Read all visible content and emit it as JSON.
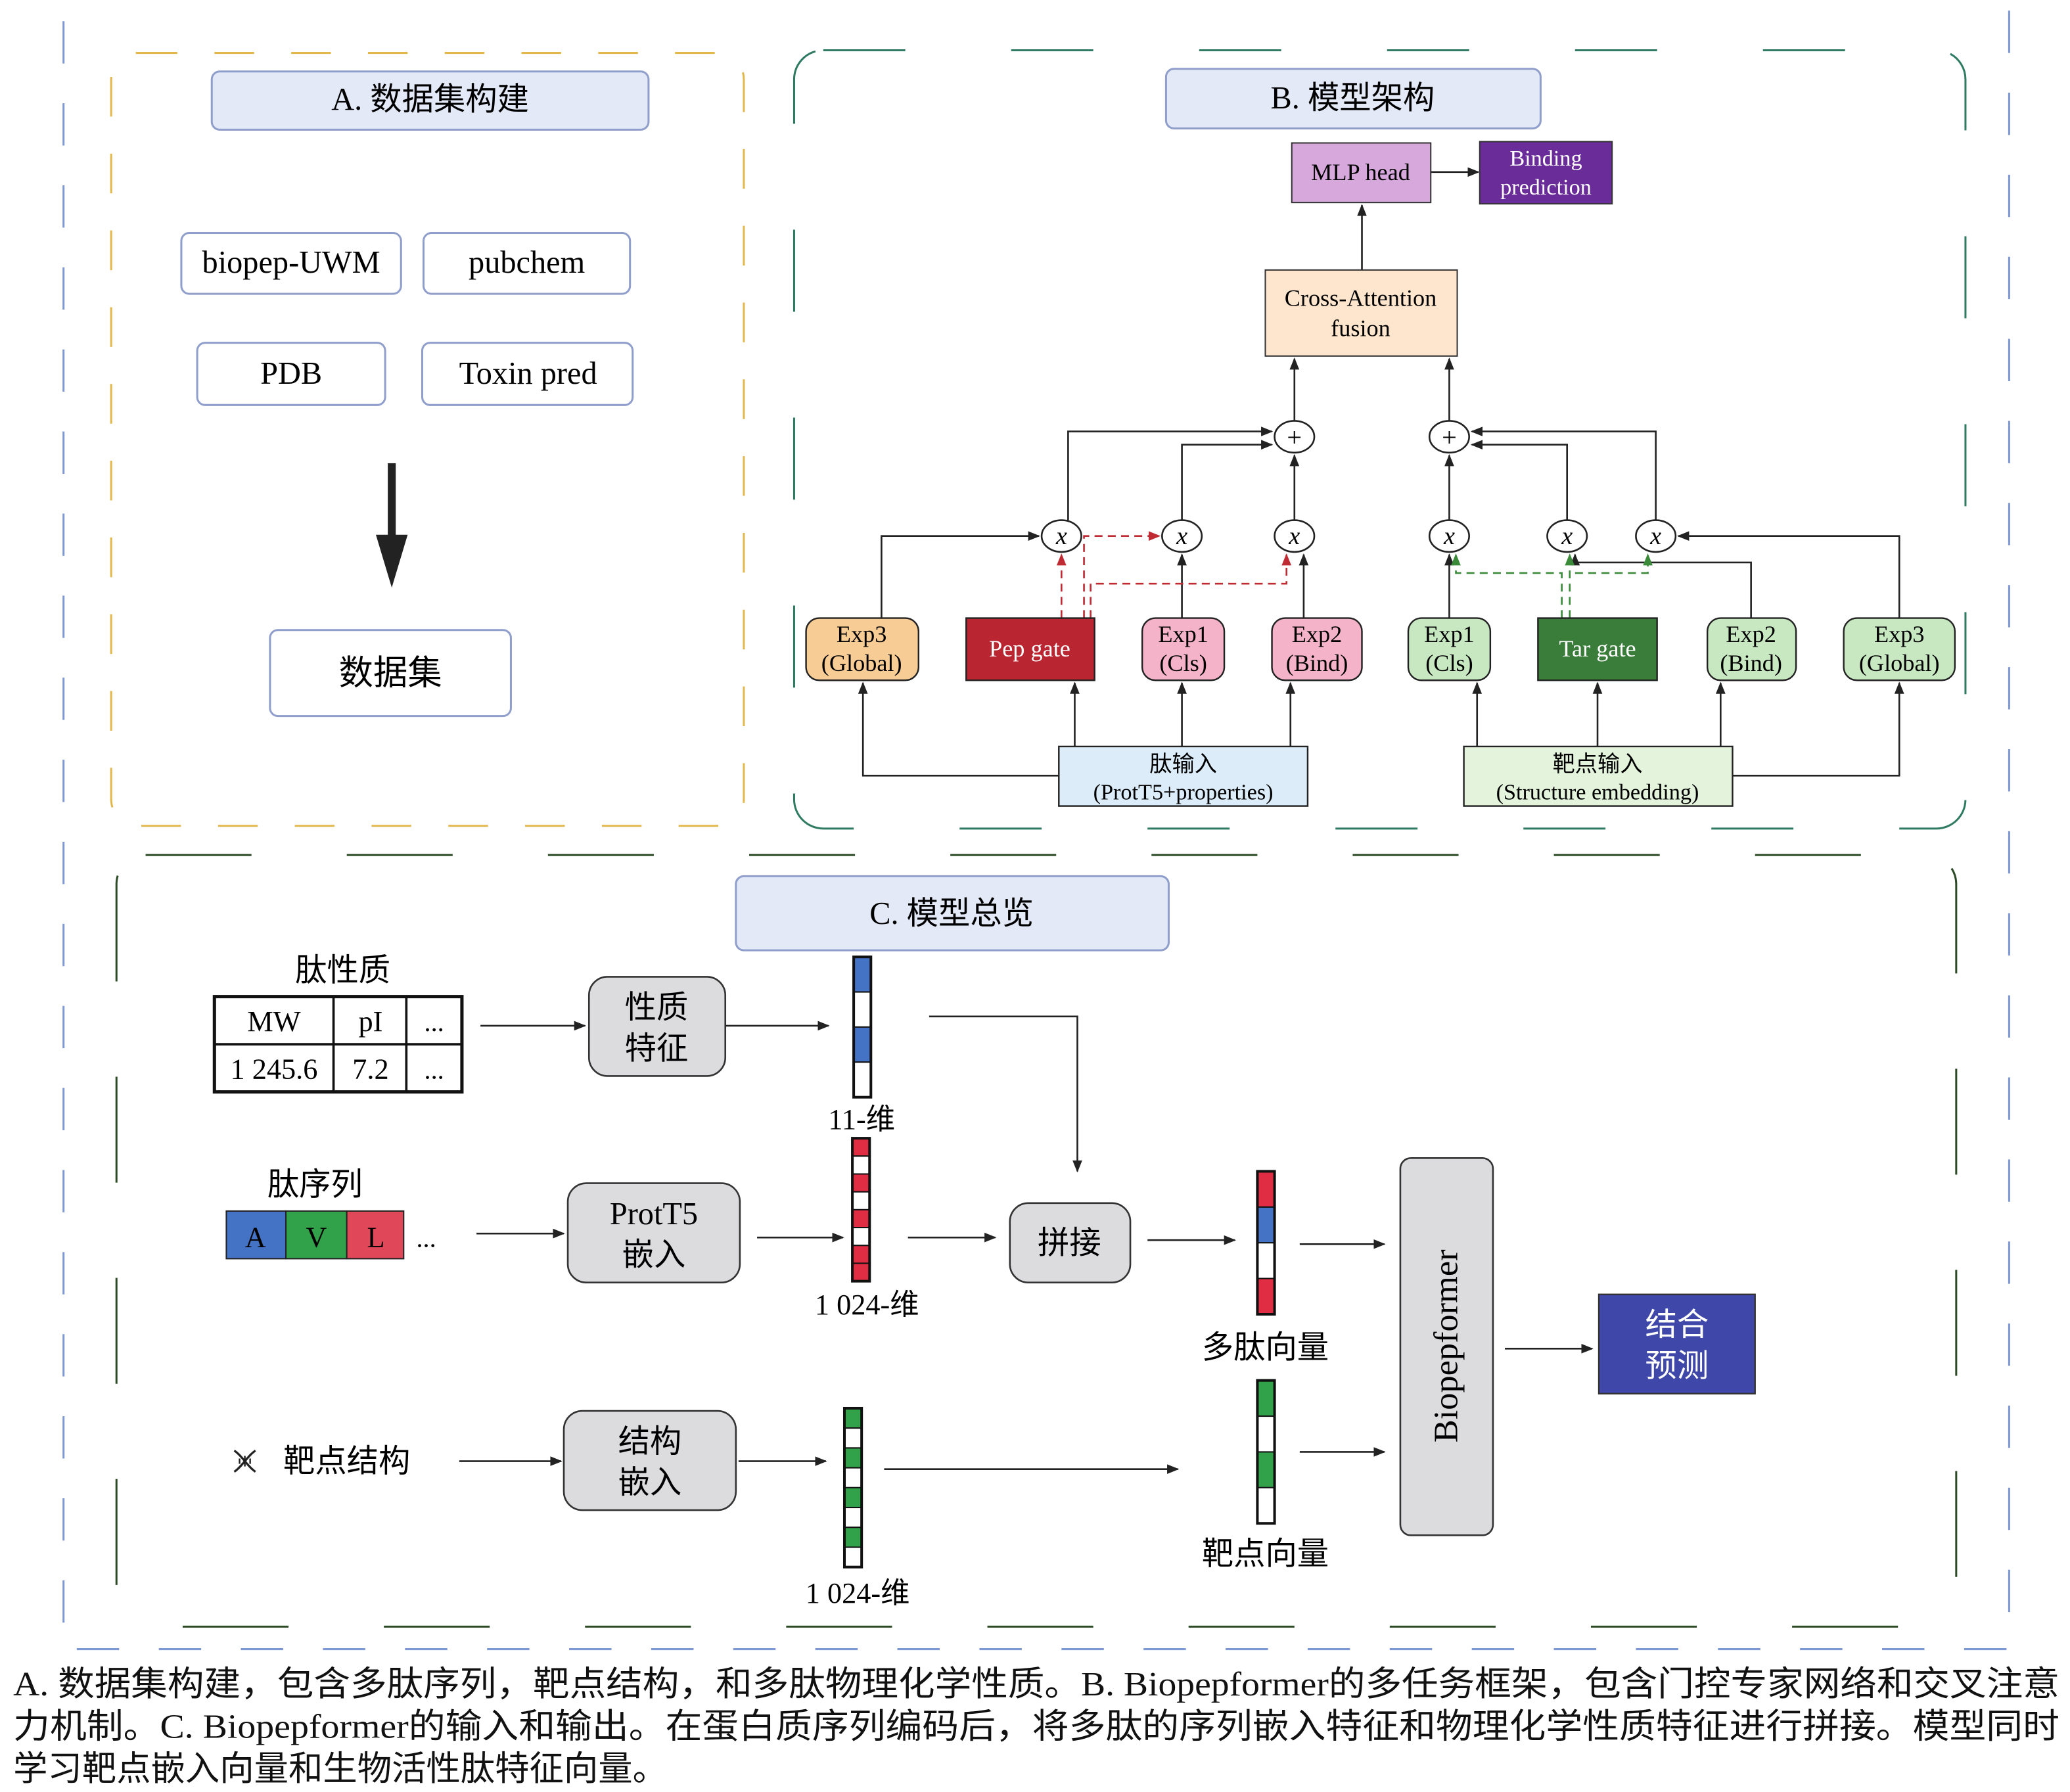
{
  "panel_a": {
    "title": "A. 数据集构建",
    "sources": [
      "biopep-UWM",
      "pubchem",
      "PDB",
      "Toxin pred"
    ],
    "dataset": "数据集"
  },
  "panel_b": {
    "title": "B. 模型架构",
    "mlp_head": "MLP head",
    "binding_prediction": [
      "Binding",
      "prediction"
    ],
    "fusion": [
      "Cross-Attention",
      "fusion"
    ],
    "plus": "+",
    "times": "x",
    "pep_experts": {
      "exp3": [
        "Exp3",
        "(Global)"
      ],
      "gate": "Pep gate",
      "exp1": [
        "Exp1",
        "(Cls)"
      ],
      "exp2": [
        "Exp2",
        "(Bind)"
      ]
    },
    "tar_experts": {
      "exp1": [
        "Exp1",
        "(Cls)"
      ],
      "gate": "Tar gate",
      "exp2": [
        "Exp2",
        "(Bind)"
      ],
      "exp3": [
        "Exp3",
        "(Global)"
      ]
    },
    "pep_input": [
      "肽输入",
      "(ProtT5+properties)"
    ],
    "tar_input": [
      "靶点输入",
      "(Structure embedding)"
    ]
  },
  "panel_c": {
    "title": "C. 模型总览",
    "prop_label": "肽性质",
    "prop_table": {
      "header": [
        "MW",
        "pI",
        "..."
      ],
      "row": [
        "1 245.6",
        "7.2",
        "..."
      ]
    },
    "prop_feature": [
      "性质",
      "特征"
    ],
    "dim_11": "11-维",
    "seq_label": "肽序列",
    "residues": [
      "A",
      "V",
      "L"
    ],
    "residue_more": "...",
    "prott5": [
      "ProtT5",
      "嵌入"
    ],
    "dim_1024a": "1 024-维",
    "concat": "拼接",
    "multi_vec": "多肽向量",
    "target_struct": "靶点结构",
    "struct_embed": [
      "结构",
      "嵌入"
    ],
    "dim_1024b": "1 024-维",
    "target_vec": "靶点向量",
    "model": "Biopepformer",
    "result": [
      "结合",
      "预测"
    ]
  },
  "caption": [
    "A. 数据集构建，包含多肽序列，靶点结构，和多肽物理化学性质。B. Biopepformer的多任务框架，包含门控专家网络和交叉注意",
    "力机制。C. Biopepformer的输入和输出。在蛋白质序列编码后，将多肽的序列嵌入特征和物理化学性质特征进行拼接。模型同时",
    "学习靶点嵌入向量和生物活性肽特征向量。"
  ],
  "colors": {
    "outer_border": "#6e8fcf",
    "panel_a_border": "#e2b84c",
    "panel_b_border": "#2f7a62",
    "panel_c_border": "#2c4a26",
    "title_fill": "#e3e9f7",
    "title_stroke": "#8f9ecb",
    "mlp": "#d6a8dc",
    "binding": "#6a2c99",
    "fusion": "#fde6cd",
    "exp_global_pep": "#f8cc95",
    "pep_gate": "#b92531",
    "exp_pep": "#f4b3c8",
    "exp_tar": "#c8e8c2",
    "tar_gate": "#3a7d3b",
    "pep_input": "#dcedf9",
    "tar_input": "#e3f3dc",
    "gray_box": "#dcdcdf",
    "blue": "#4472c4",
    "red": "#e02d44",
    "green": "#32a24a",
    "result": "#3f48a8"
  }
}
